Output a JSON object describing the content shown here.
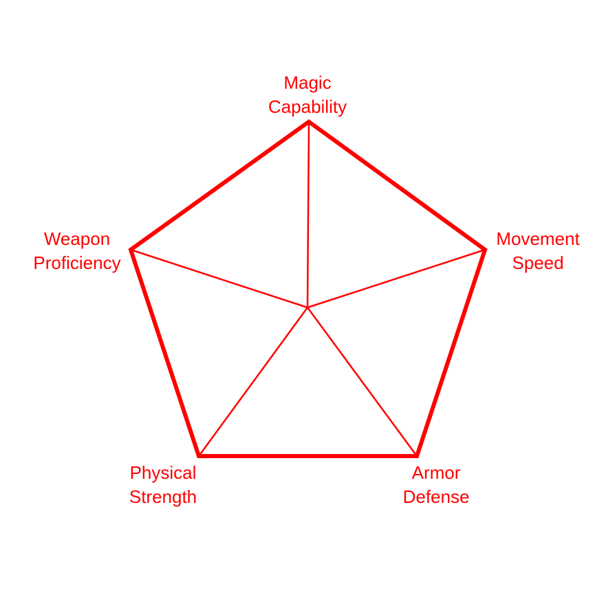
{
  "color": "#ff0000",
  "axes": [
    {
      "line1": "Magic",
      "line2": "Capability"
    },
    {
      "line1": "Movement",
      "line2": "Speed"
    },
    {
      "line1": "Armor",
      "line2": "Defense"
    },
    {
      "line1": "Physical",
      "line2": "Strength"
    },
    {
      "line1": "Weapon",
      "line2": "Proficiency"
    }
  ]
}
